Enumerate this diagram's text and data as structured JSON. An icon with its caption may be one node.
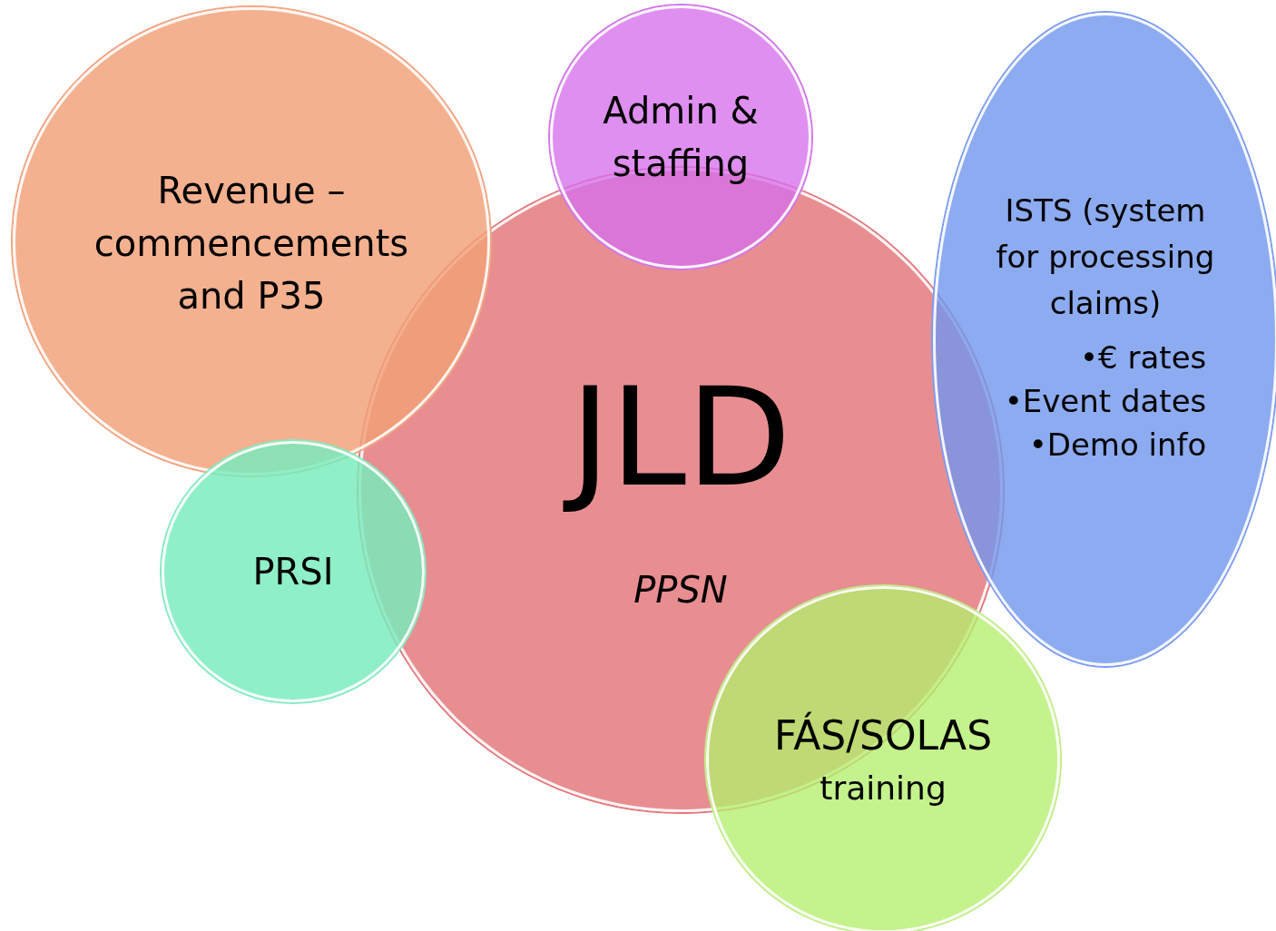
{
  "diagram": {
    "nodes": [
      {
        "text": [
          "Revenue – commencements and P35"
        ]
      },
      {
        "text": [
          "Admin & staffing"
        ]
      },
      {
        "text": [
          "ISTS (system for processing claims)",
          "•€ rates",
          "•Event dates",
          "•Demo info"
        ]
      },
      {
        "text": [
          "JLD",
          "PPSN"
        ]
      },
      {
        "text": [
          "PRSI"
        ]
      },
      {
        "text": [
          "FÁS/SOLAS",
          "training"
        ]
      }
    ]
  }
}
